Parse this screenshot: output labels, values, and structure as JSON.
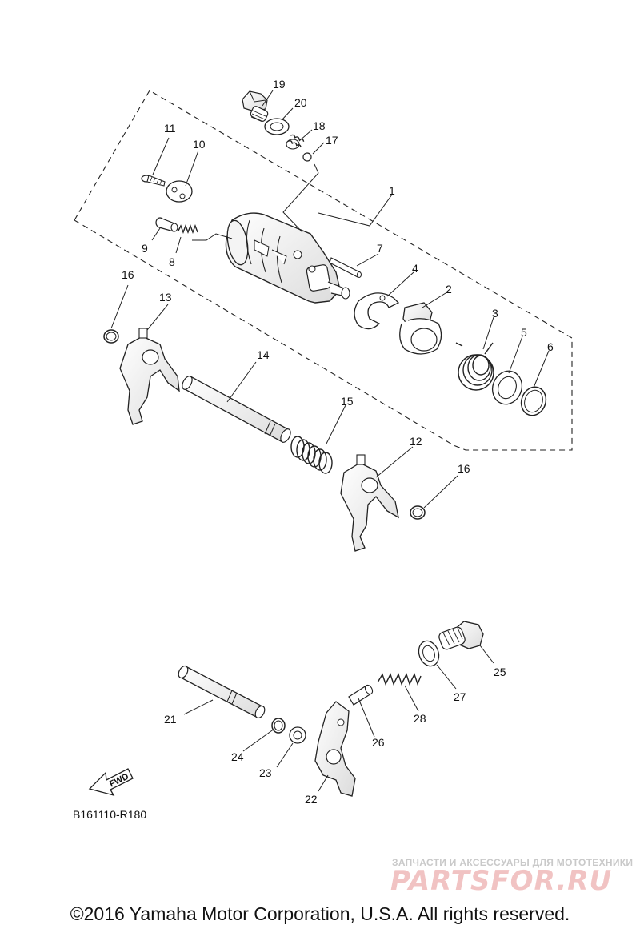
{
  "diagram": {
    "code": "B161110-R180",
    "fwd_label": "FWD",
    "parts": [
      {
        "id": "p1",
        "num": "1"
      },
      {
        "id": "p2",
        "num": "2"
      },
      {
        "id": "p3",
        "num": "3"
      },
      {
        "id": "p4",
        "num": "4"
      },
      {
        "id": "p5",
        "num": "5"
      },
      {
        "id": "p6",
        "num": "6"
      },
      {
        "id": "p7",
        "num": "7"
      },
      {
        "id": "p8",
        "num": "8"
      },
      {
        "id": "p9",
        "num": "9"
      },
      {
        "id": "p10",
        "num": "10"
      },
      {
        "id": "p11",
        "num": "11"
      },
      {
        "id": "p12",
        "num": "12"
      },
      {
        "id": "p13",
        "num": "13"
      },
      {
        "id": "p14",
        "num": "14"
      },
      {
        "id": "p15",
        "num": "15"
      },
      {
        "id": "p16a",
        "num": "16"
      },
      {
        "id": "p16b",
        "num": "16"
      },
      {
        "id": "p17",
        "num": "17"
      },
      {
        "id": "p18",
        "num": "18"
      },
      {
        "id": "p19",
        "num": "19"
      },
      {
        "id": "p20",
        "num": "20"
      },
      {
        "id": "p21",
        "num": "21"
      },
      {
        "id": "p22",
        "num": "22"
      },
      {
        "id": "p23",
        "num": "23"
      },
      {
        "id": "p24",
        "num": "24"
      },
      {
        "id": "p25",
        "num": "25"
      },
      {
        "id": "p26",
        "num": "26"
      },
      {
        "id": "p27",
        "num": "27"
      },
      {
        "id": "p28",
        "num": "28"
      }
    ]
  },
  "copyright": "©2016 Yamaha Motor Corporation, U.S.A. All rights reserved.",
  "watermark": {
    "tagline": "ЗАПЧАСТИ И АКСЕССУАРЫ ДЛЯ МОТОТЕХНИКИ",
    "brand": "PARTSFOR.RU"
  }
}
